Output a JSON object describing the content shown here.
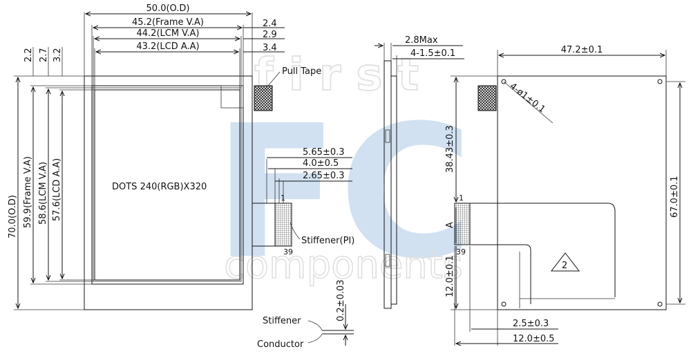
{
  "watermark": {
    "top": "first",
    "logo": "FC",
    "bottom": "components",
    "color": "#c9dcef"
  },
  "front_view": {
    "width_dims": [
      "50.0(O.D)",
      "45.2(Frame V.A)",
      "44.2(LCM V.A)",
      "43.2(LCD A.A)"
    ],
    "right_offsets": [
      "2.4",
      "2.9",
      "3.4"
    ],
    "left_offsets": [
      "2.2",
      "2.7",
      "3.2"
    ],
    "height_dims": [
      "70.0(O.D)",
      "59.9(Frame V.A)",
      "58.6(LCM V.A)",
      "57.6(LCD A.A)"
    ],
    "pull_tape": "Pull Tape",
    "resolution": "DOTS 240(RGB)X320"
  },
  "fpc_detail": {
    "dims": [
      "5.65±0.3",
      "4.0±0.5",
      "2.65±0.3"
    ],
    "pin_first": "1",
    "pin_last": "39",
    "stiffener": "Stiffener(PI)",
    "thickness": "0.2±0.03",
    "section_labels": [
      "Stiffener",
      "Conductor"
    ]
  },
  "side_view": {
    "dims": [
      "2.8Max",
      "4-1.5±0.1"
    ]
  },
  "rear_view": {
    "width": "47.2±0.1",
    "height": "67.0±0.1",
    "hole": "4-ø1±0.1",
    "connector_offset": "38.43±0.3",
    "connector_label": "A",
    "pin_first": "1",
    "pin_last": "39",
    "bottom_offset": "12.0±0.1",
    "fpc_dims": [
      "2.5±0.3",
      "12.0±0.5"
    ],
    "marker": "2"
  }
}
